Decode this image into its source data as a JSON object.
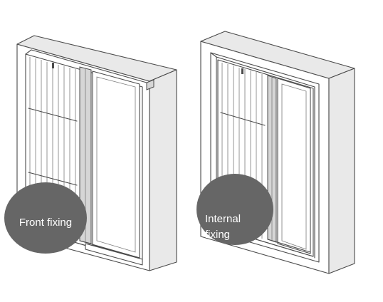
{
  "labels": {
    "front": "Front fixing",
    "internal_line1": "Internal",
    "internal_line2": "fixing"
  },
  "colors": {
    "bubble": "#666666",
    "line": "#4a4a4a",
    "background": "#ffffff"
  }
}
